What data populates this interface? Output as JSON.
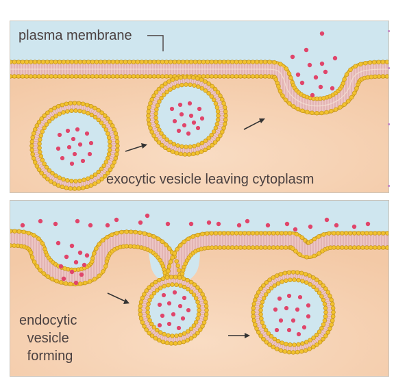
{
  "labels": {
    "plasma_membrane": "plasma membrane",
    "exocytic": "exocytic vesicle leaving cytoplasm",
    "endocytic_line1": "endocytic",
    "endocytic_line2": "vesicle",
    "endocytic_line3": "forming"
  },
  "colors": {
    "extracellular": "#cfe6ef",
    "cytoplasm": "#f6d2b4",
    "membrane_tail": "#ecc6c4",
    "tail_stripe": "#d89fa0",
    "head": "#f2c230",
    "head_stroke": "#c4941a",
    "molecule": "#e0456a",
    "text": "#4a4040"
  }
}
